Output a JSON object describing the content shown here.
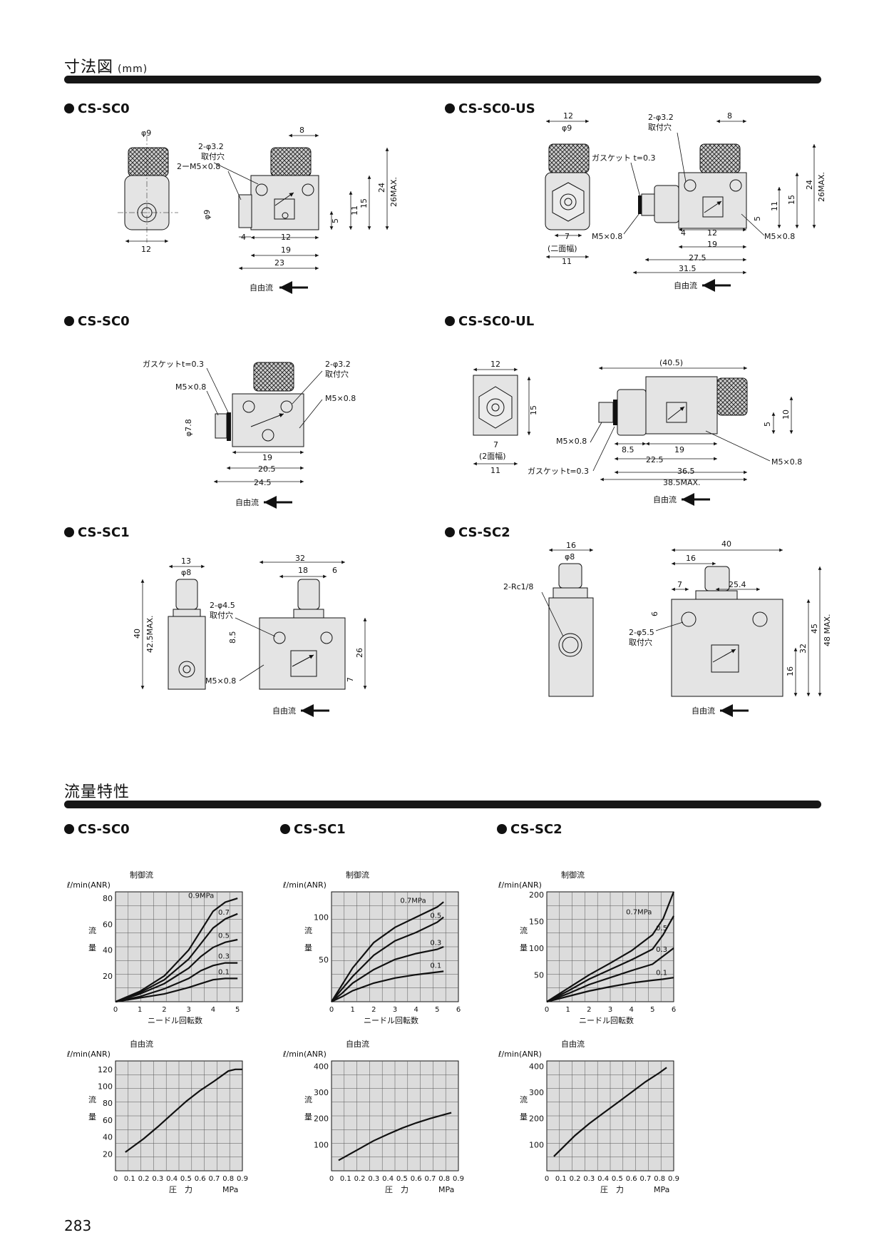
{
  "header": {
    "title": "寸法図",
    "unit": "(mm)"
  },
  "flow_header": {
    "title": "流量特性"
  },
  "page_number": "283",
  "models": {
    "sc0_a": "CS-SC0",
    "sc0_us": "CS-SC0-US",
    "sc0_b": "CS-SC0",
    "sc0_ul": "CS-SC0-UL",
    "sc1": "CS-SC1",
    "sc2": "CS-SC2",
    "flow_sc0": "CS-SC0",
    "flow_sc1": "CS-SC1",
    "flow_sc2": "CS-SC2"
  },
  "free_flow_label": "自由流",
  "drawings": {
    "sc0_a": {
      "phi9": "φ9",
      "hole": "2-φ3.2",
      "hole2": "取付穴",
      "thread": "2ーM5×0.8",
      "phi9v": "φ9",
      "w12": "12",
      "d8": "8",
      "d4": "4",
      "d12": "12",
      "d19": "19",
      "d23": "23",
      "h5": "5",
      "h11": "11",
      "h15": "15",
      "h24": "24",
      "h26": "26MAX."
    },
    "sc0_us": {
      "w12": "12",
      "phi9": "φ9",
      "hole": "2-φ3.2",
      "hole2": "取付穴",
      "gasket": "ガスケット t=0.3",
      "thread1": "M5×0.8",
      "thread2": "M5×0.8",
      "w7": "7",
      "w7b": "(二面幅)",
      "w11": "11",
      "d8": "8",
      "d4": "4",
      "d12": "12",
      "d19": "19",
      "d275": "27.5",
      "d315": "31.5",
      "h5": "5",
      "h11": "11",
      "h15": "15",
      "h24": "24",
      "h26": "26MAX."
    },
    "sc0_b": {
      "gasket": "ガスケットt=0.3",
      "thread1": "M5×0.8",
      "hole": "2-φ3.2",
      "hole2": "取付穴",
      "thread2": "M5×0.8",
      "phi78": "φ7.8",
      "d19": "19",
      "d205": "20.5",
      "d245": "24.5"
    },
    "sc0_ul": {
      "w12": "12",
      "h15": "15",
      "w7": "7",
      "w7b": "(2面幅)",
      "w11": "11",
      "gasket": "ガスケットt=0.3",
      "d405": "(40.5)",
      "thread1": "M5×0.8",
      "thread2": "M5×0.8",
      "d85": "8.5",
      "d19": "19",
      "d225": "22.5",
      "d365": "36.5",
      "d385": "38.5MAX.",
      "h5": "5",
      "h10": "10"
    },
    "sc1": {
      "w13": "13",
      "phi8": "φ8",
      "h40": "40",
      "h425": "42.5MAX.",
      "d32": "32",
      "d18": "18",
      "d6": "6",
      "hole": "2-φ4.5",
      "hole2": "取付穴",
      "d85": "8.5",
      "h26": "26",
      "thread": "M5×0.8",
      "h7": "7"
    },
    "sc2": {
      "w16": "16",
      "phi8": "φ8",
      "rc": "2-Rc1/8",
      "d40": "40",
      "d16": "16",
      "d7": "7",
      "d254": "25.4",
      "d6": "6",
      "hole": "2-φ5.5",
      "hole2": "取付穴",
      "h16": "16",
      "h32": "32",
      "h45": "45",
      "h48": "48 MAX."
    }
  },
  "flow_vertical_label_1": "流",
  "flow_vertical_label_2": "量",
  "chart_data": [
    {
      "type": "line",
      "id": "sc0-controlled",
      "title": "制御流",
      "ylabel": "ℓ/min(ANR)",
      "xlabel": "ニードル回転数",
      "xlim": [
        0,
        5.2
      ],
      "ylim": [
        0,
        85
      ],
      "xticks": [
        "0",
        "1",
        "2",
        "3",
        "4",
        "5"
      ],
      "yticks": [
        "20",
        "40",
        "60",
        "80"
      ],
      "grid": true,
      "series": [
        {
          "name": "0.9MPa",
          "x": [
            0,
            1,
            2,
            3,
            3.5,
            4,
            4.5,
            5
          ],
          "y": [
            0,
            8,
            20,
            40,
            55,
            70,
            77,
            80
          ]
        },
        {
          "name": "0.7",
          "x": [
            0,
            1,
            2,
            3,
            3.5,
            4,
            4.5,
            5
          ],
          "y": [
            0,
            7,
            17,
            33,
            45,
            57,
            64,
            68
          ]
        },
        {
          "name": "0.5",
          "x": [
            0,
            1,
            2,
            3,
            3.5,
            4,
            4.5,
            5
          ],
          "y": [
            0,
            6,
            14,
            26,
            35,
            42,
            46,
            48
          ]
        },
        {
          "name": "0.3",
          "x": [
            0,
            1,
            2,
            3,
            3.5,
            4,
            4.5,
            5
          ],
          "y": [
            0,
            4,
            10,
            18,
            24,
            28,
            30,
            30
          ]
        },
        {
          "name": "0.1",
          "x": [
            0,
            1,
            2,
            3,
            3.5,
            4,
            4.5,
            5
          ],
          "y": [
            0,
            3,
            6,
            11,
            14,
            17,
            18,
            18
          ]
        }
      ]
    },
    {
      "type": "line",
      "id": "sc1-controlled",
      "title": "制御流",
      "ylabel": "ℓ/min(ANR)",
      "xlabel": "ニードル回転数",
      "xlim": [
        0,
        6
      ],
      "ylim": [
        0,
        130
      ],
      "xticks": [
        "0",
        "1",
        "2",
        "3",
        "4",
        "5",
        "6"
      ],
      "yticks": [
        "50",
        "100"
      ],
      "grid": true,
      "series": [
        {
          "name": "0.7MPa",
          "x": [
            0,
            0.5,
            1,
            2,
            3,
            4,
            5,
            5.3
          ],
          "y": [
            0,
            20,
            40,
            70,
            88,
            100,
            112,
            118
          ]
        },
        {
          "name": "0.5",
          "x": [
            0,
            0.5,
            1,
            2,
            3,
            4,
            5,
            5.3
          ],
          "y": [
            0,
            15,
            30,
            55,
            72,
            82,
            94,
            100
          ]
        },
        {
          "name": "0.3",
          "x": [
            0,
            0.5,
            1,
            2,
            3,
            4,
            5,
            5.3
          ],
          "y": [
            0,
            10,
            22,
            38,
            50,
            57,
            62,
            65
          ]
        },
        {
          "name": "0.1",
          "x": [
            0,
            0.5,
            1,
            2,
            3,
            4,
            5,
            5.3
          ],
          "y": [
            0,
            6,
            13,
            22,
            28,
            32,
            35,
            36
          ]
        }
      ]
    },
    {
      "type": "line",
      "id": "sc2-controlled",
      "title": "制御流",
      "ylabel": "ℓ/min(ANR)",
      "xlabel": "ニードル回転数",
      "xlim": [
        0,
        6
      ],
      "ylim": [
        0,
        205
      ],
      "xticks": [
        "0",
        "1",
        "2",
        "3",
        "4",
        "5",
        "6"
      ],
      "yticks": [
        "50",
        "100",
        "150",
        "200"
      ],
      "grid": true,
      "series": [
        {
          "name": "0.7MPa",
          "x": [
            0,
            1,
            2,
            3,
            4,
            5,
            5.5,
            6
          ],
          "y": [
            0,
            25,
            50,
            72,
            95,
            125,
            155,
            205
          ]
        },
        {
          "name": "0.5",
          "x": [
            0,
            1,
            2,
            3,
            4,
            5,
            5.5,
            6
          ],
          "y": [
            0,
            20,
            42,
            60,
            78,
            98,
            125,
            160
          ]
        },
        {
          "name": "0.3",
          "x": [
            0,
            1,
            2,
            3,
            4,
            5,
            5.5,
            6
          ],
          "y": [
            0,
            15,
            32,
            45,
            58,
            70,
            85,
            100
          ]
        },
        {
          "name": "0.1",
          "x": [
            0,
            1,
            2,
            3,
            4,
            5,
            5.5,
            6
          ],
          "y": [
            0,
            10,
            20,
            28,
            35,
            40,
            42,
            45
          ]
        }
      ]
    },
    {
      "type": "line",
      "id": "sc0-free",
      "title": "自由流",
      "ylabel": "ℓ/min(ANR)",
      "xlabel": "圧　力",
      "xunit": "MPa",
      "xlim": [
        0,
        0.9
      ],
      "ylim": [
        0,
        130
      ],
      "xticks": [
        "0",
        "0.1",
        "0.2",
        "0.3",
        "0.4",
        "0.5",
        "0.6",
        "0.7",
        "0.8",
        "0.9"
      ],
      "yticks": [
        "20",
        "40",
        "60",
        "80",
        "100",
        "120"
      ],
      "grid": true,
      "series": [
        {
          "x": [
            0.07,
            0.2,
            0.3,
            0.4,
            0.5,
            0.6,
            0.7,
            0.8,
            0.85,
            0.9
          ],
          "y": [
            22,
            38,
            52,
            67,
            82,
            95,
            106,
            118,
            120,
            120
          ]
        }
      ]
    },
    {
      "type": "line",
      "id": "sc1-free",
      "title": "自由流",
      "ylabel": "ℓ/min(ANR)",
      "xlabel": "圧　力",
      "xunit": "MPa",
      "xlim": [
        0,
        0.9
      ],
      "ylim": [
        0,
        420
      ],
      "xticks": [
        "0",
        "0.1",
        "0.2",
        "0.3",
        "0.4",
        "0.5",
        "0.6",
        "0.7",
        "0.8",
        "0.9"
      ],
      "yticks": [
        "100",
        "200",
        "300",
        "400"
      ],
      "grid": true,
      "series": [
        {
          "x": [
            0.05,
            0.2,
            0.3,
            0.4,
            0.5,
            0.6,
            0.7,
            0.8,
            0.85
          ],
          "y": [
            40,
            85,
            115,
            140,
            163,
            183,
            200,
            215,
            222
          ]
        }
      ]
    },
    {
      "type": "line",
      "id": "sc2-free",
      "title": "自由流",
      "ylabel": "ℓ/min(ANR)",
      "xlabel": "圧　力",
      "xunit": "MPa",
      "xlim": [
        0,
        0.9
      ],
      "ylim": [
        0,
        420
      ],
      "xticks": [
        "0",
        "0.1",
        "0.2",
        "0.3",
        "0.4",
        "0.5",
        "0.6",
        "0.7",
        "0.8",
        "0.9"
      ],
      "yticks": [
        "100",
        "200",
        "300",
        "400"
      ],
      "grid": true,
      "series": [
        {
          "x": [
            0.05,
            0.2,
            0.3,
            0.4,
            0.5,
            0.6,
            0.7,
            0.8,
            0.85
          ],
          "y": [
            55,
            135,
            180,
            220,
            260,
            300,
            340,
            375,
            395
          ]
        }
      ]
    }
  ]
}
